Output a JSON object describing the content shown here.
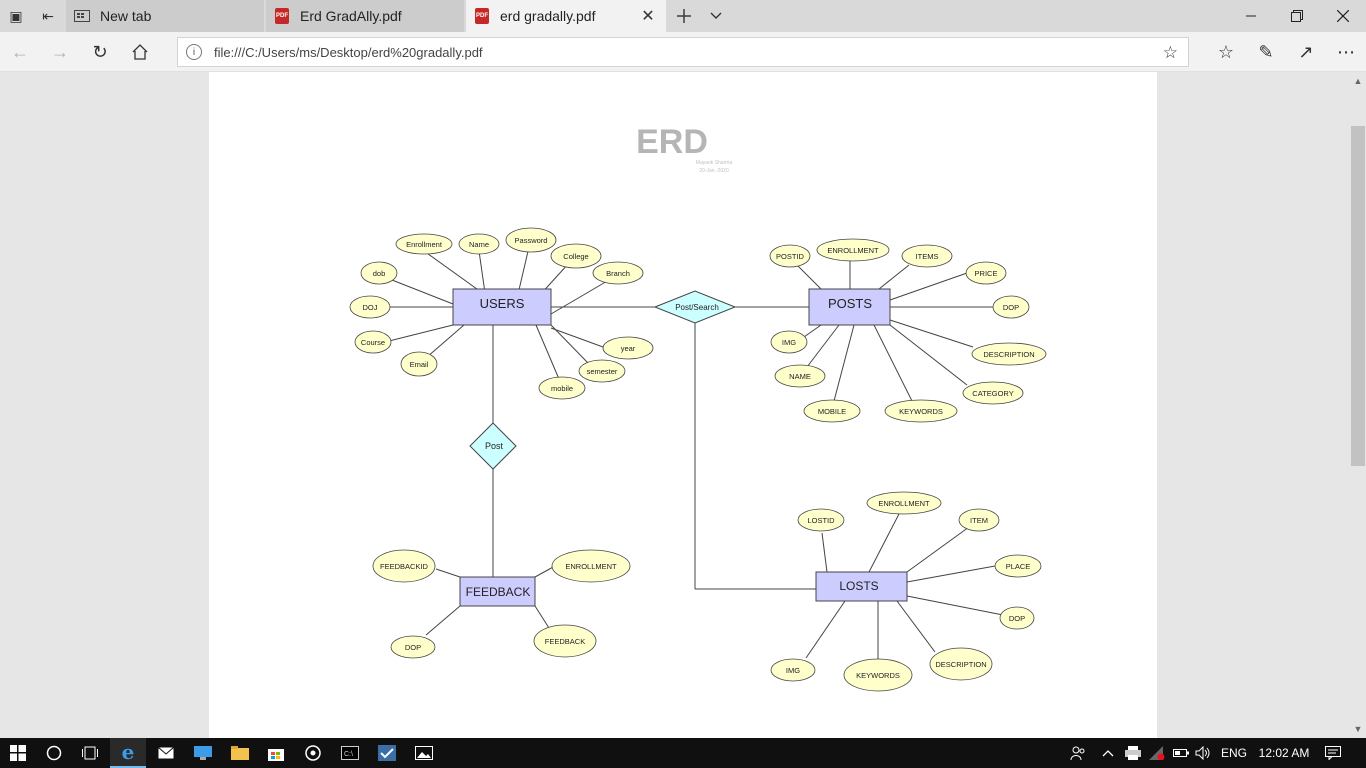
{
  "browser": {
    "tabs": [
      {
        "label": "New tab"
      },
      {
        "label": "Erd GradAlly.pdf"
      },
      {
        "label": "erd gradally.pdf"
      }
    ],
    "address": "file:///C:/Users/ms/Desktop/erd%20gradally.pdf"
  },
  "document": {
    "title": "ERD",
    "author": "Mayank Sharma",
    "date": "20-Jan.-2020"
  },
  "erd": {
    "entities": [
      "USERS",
      "POSTS",
      "FEEDBACK",
      "LOSTS"
    ],
    "relationships": [
      "Post/Search",
      "Post"
    ],
    "users_attributes": [
      "Enrollment",
      "Name",
      "Password",
      "College",
      "dob",
      "Branch",
      "DOJ",
      "Course",
      "Email",
      "year",
      "semester",
      "mobile"
    ],
    "posts_attributes": [
      "POSTID",
      "ENROLLMENT",
      "ITEMS",
      "PRICE",
      "DOP",
      "DESCRIPTION",
      "IMG",
      "NAME",
      "MOBILE",
      "KEYWORDS",
      "CATEGORY"
    ],
    "feedback_attributes": [
      "FEEDBACKID",
      "ENROLLMENT",
      "DOP",
      "FEEDBACK"
    ],
    "losts_attributes": [
      "LOSTID",
      "ENROLLMENT",
      "ITEM",
      "PLACE",
      "DOP",
      "IMG",
      "KEYWORDS",
      "DESCRIPTION"
    ]
  },
  "taskbar": {
    "language": "ENG",
    "time": "12:02 AM"
  },
  "colors": {
    "entity_fill": "#ccccff",
    "relationship_fill": "#ccffff",
    "attribute_fill": "#ffffcc"
  }
}
